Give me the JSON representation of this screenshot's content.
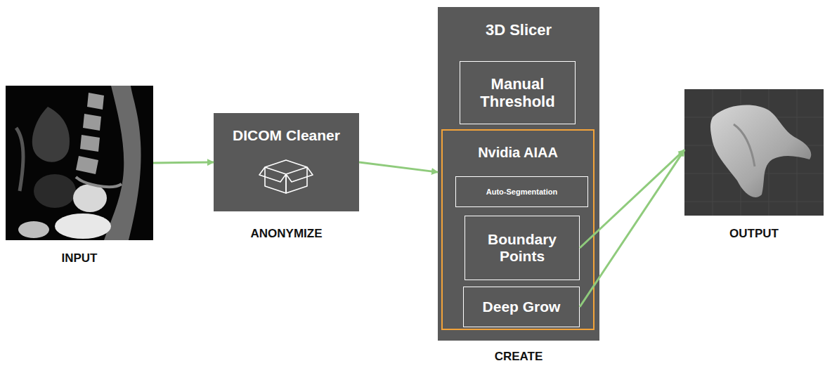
{
  "diagram": {
    "nodes": [
      {
        "text": [
          "INPUT"
        ]
      },
      {
        "text": [
          "DICOM Cleaner",
          "ANONYMIZE"
        ]
      },
      {
        "text": [
          "3D Slicer",
          "CREATE"
        ]
      },
      {
        "text": [
          "Manual Threshold"
        ],
        "in": 2
      },
      {
        "text": [
          "Nvidia AIAA"
        ],
        "in": 2
      },
      {
        "text": [
          "Auto-Segmentation"
        ],
        "in": 4
      },
      {
        "text": [
          "Boundary Points"
        ],
        "in": 4
      },
      {
        "text": [
          "Deep Grow"
        ],
        "in": 4
      },
      {
        "text": [
          "OUTPUT"
        ]
      }
    ],
    "edges": [
      {
        "from": 0,
        "to": 1,
        "arrow": "to"
      },
      {
        "from": 1,
        "to": 2,
        "arrow": "to"
      },
      {
        "from": 6,
        "to": 8,
        "arrow": "to"
      },
      {
        "from": 7,
        "to": 8,
        "arrow": "to"
      }
    ]
  }
}
